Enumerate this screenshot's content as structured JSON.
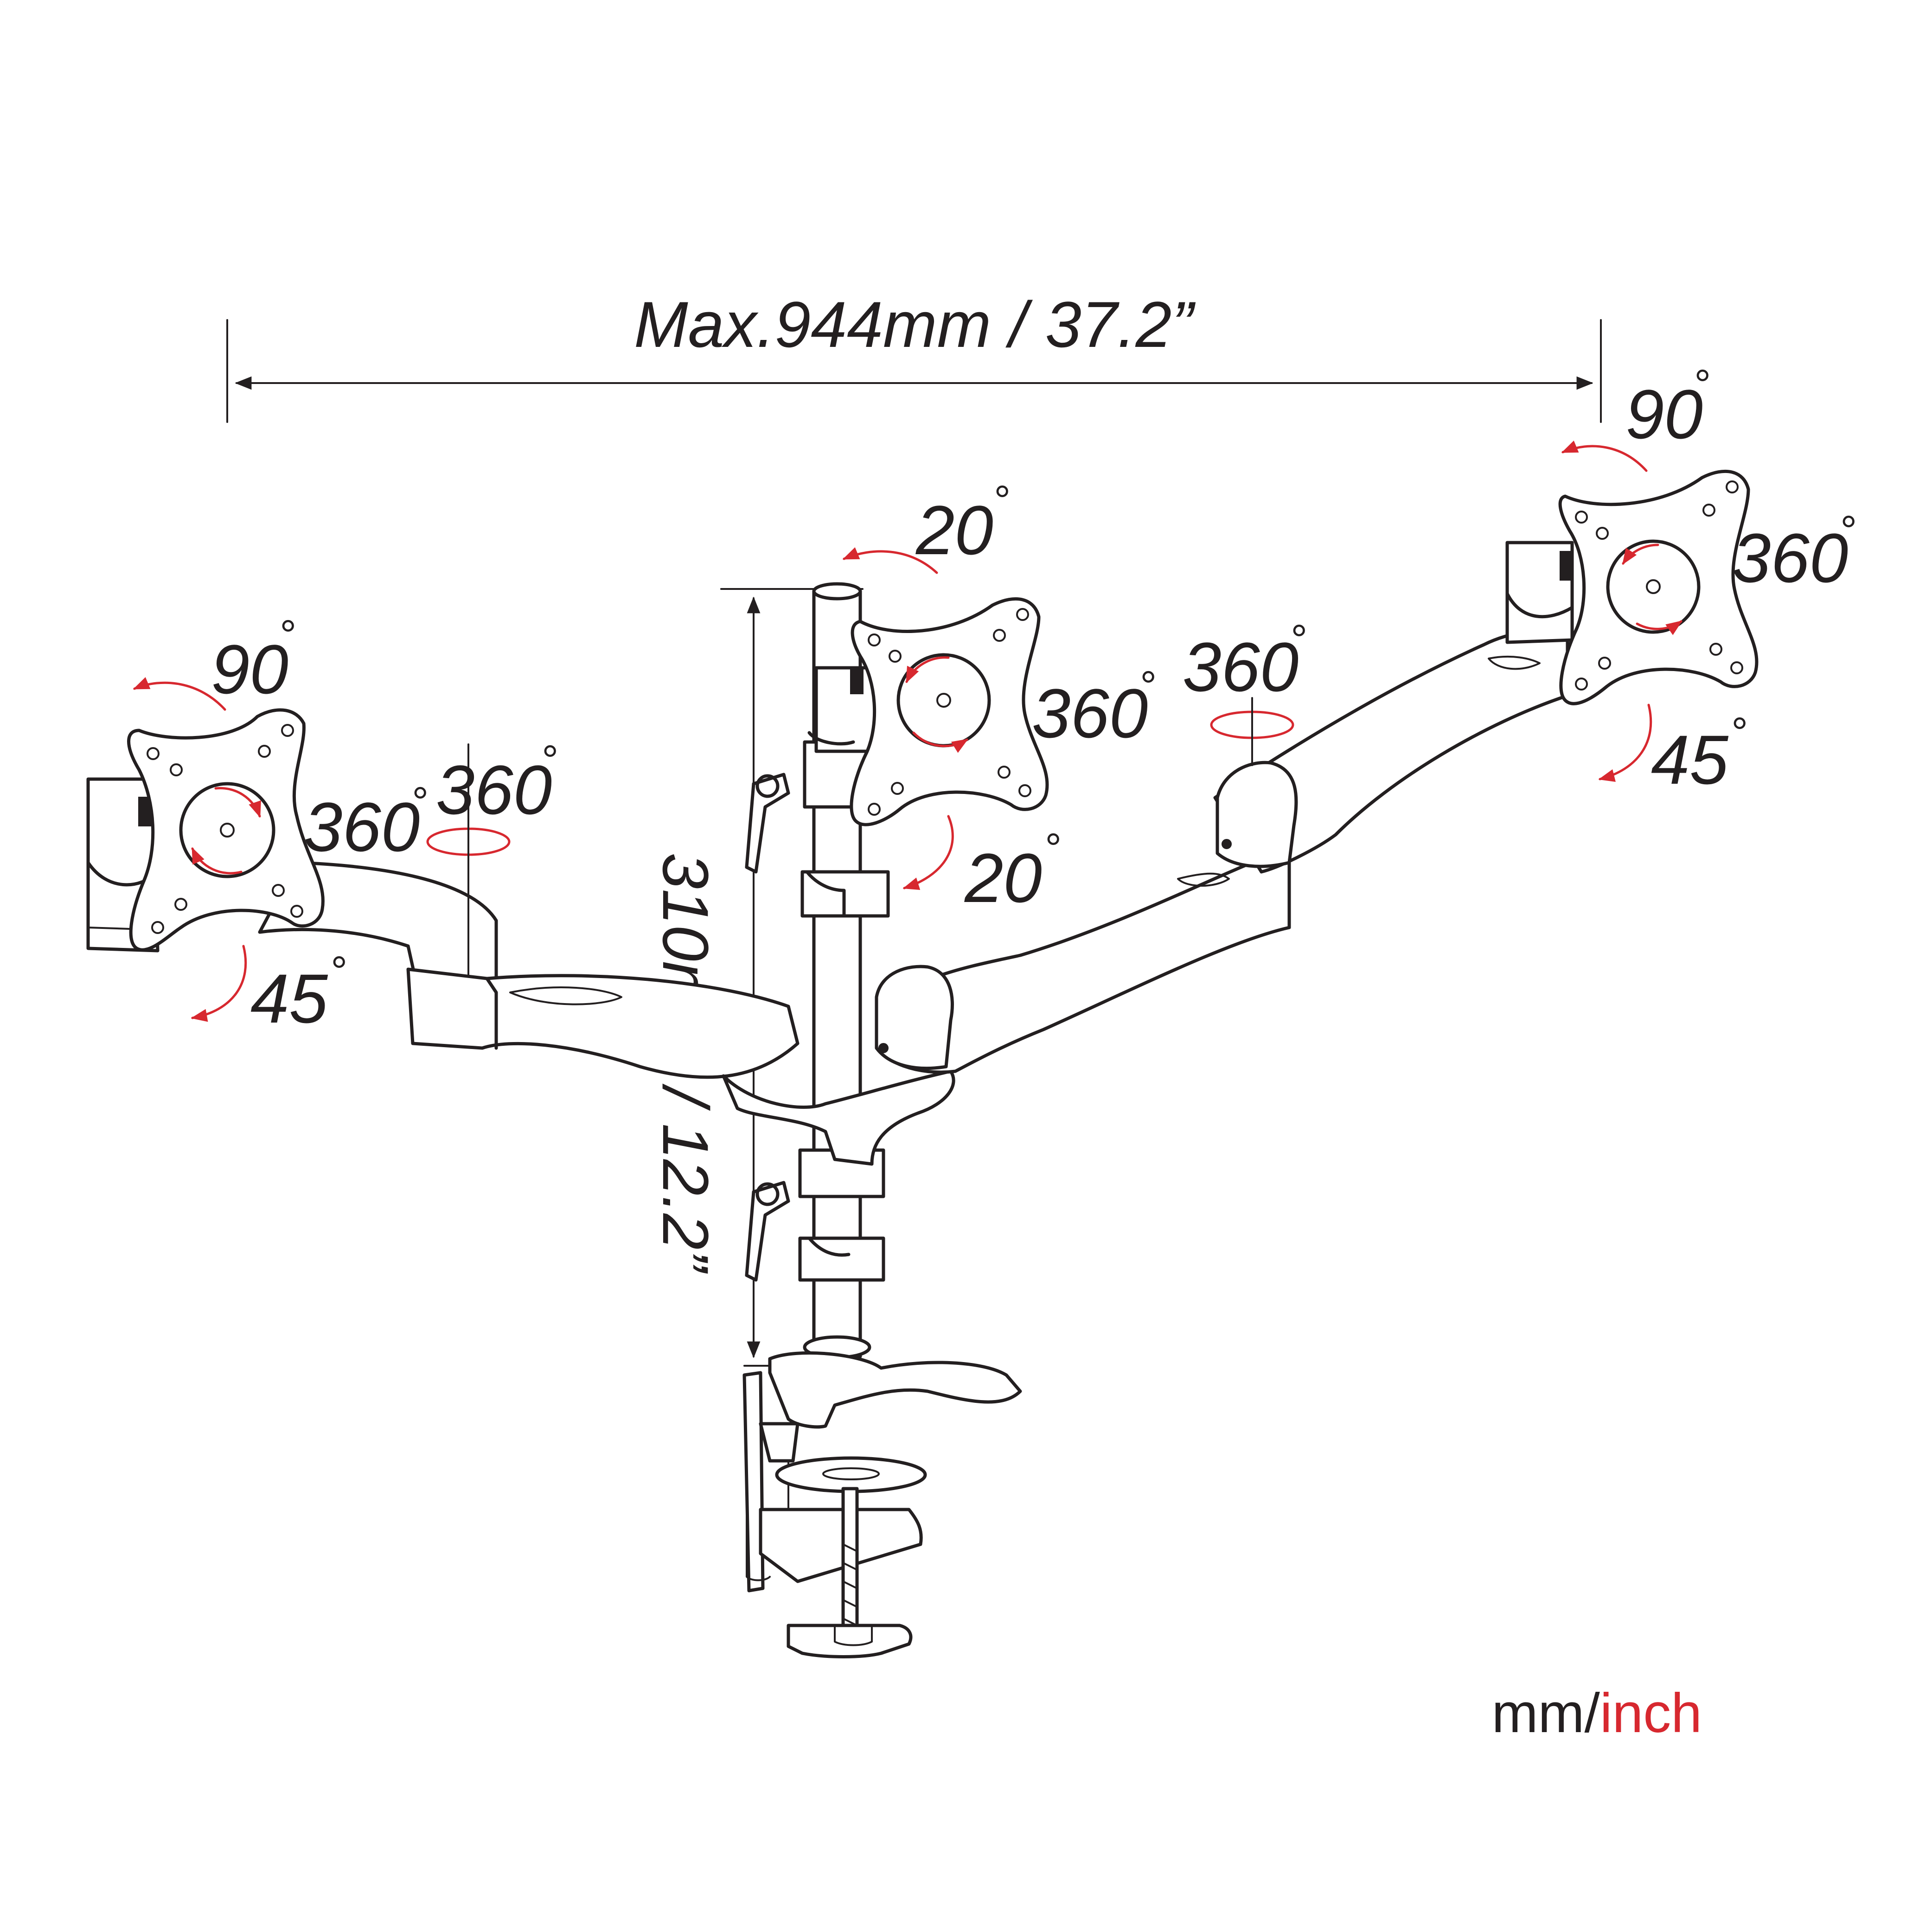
{
  "dimensions": {
    "width_label": "Max.944mm / 37.2”",
    "height_label": "310mm / 12.2”"
  },
  "angles": {
    "left_tilt": "90",
    "left_rotate": "360",
    "left_swivel": "360",
    "left_pan": "45",
    "center_tilt_top": "20",
    "center_rotate": "360",
    "center_tilt_bottom": "20",
    "right_arm_swivel": "360",
    "right_tilt": "90",
    "right_rotate": "360",
    "right_pan": "45",
    "degree_symbol": "°"
  },
  "units": {
    "primary": "mm/",
    "secondary": "inch",
    "secondary_color": "#d7282f"
  },
  "colors": {
    "line": "#231f20",
    "accent": "#d7282f"
  }
}
